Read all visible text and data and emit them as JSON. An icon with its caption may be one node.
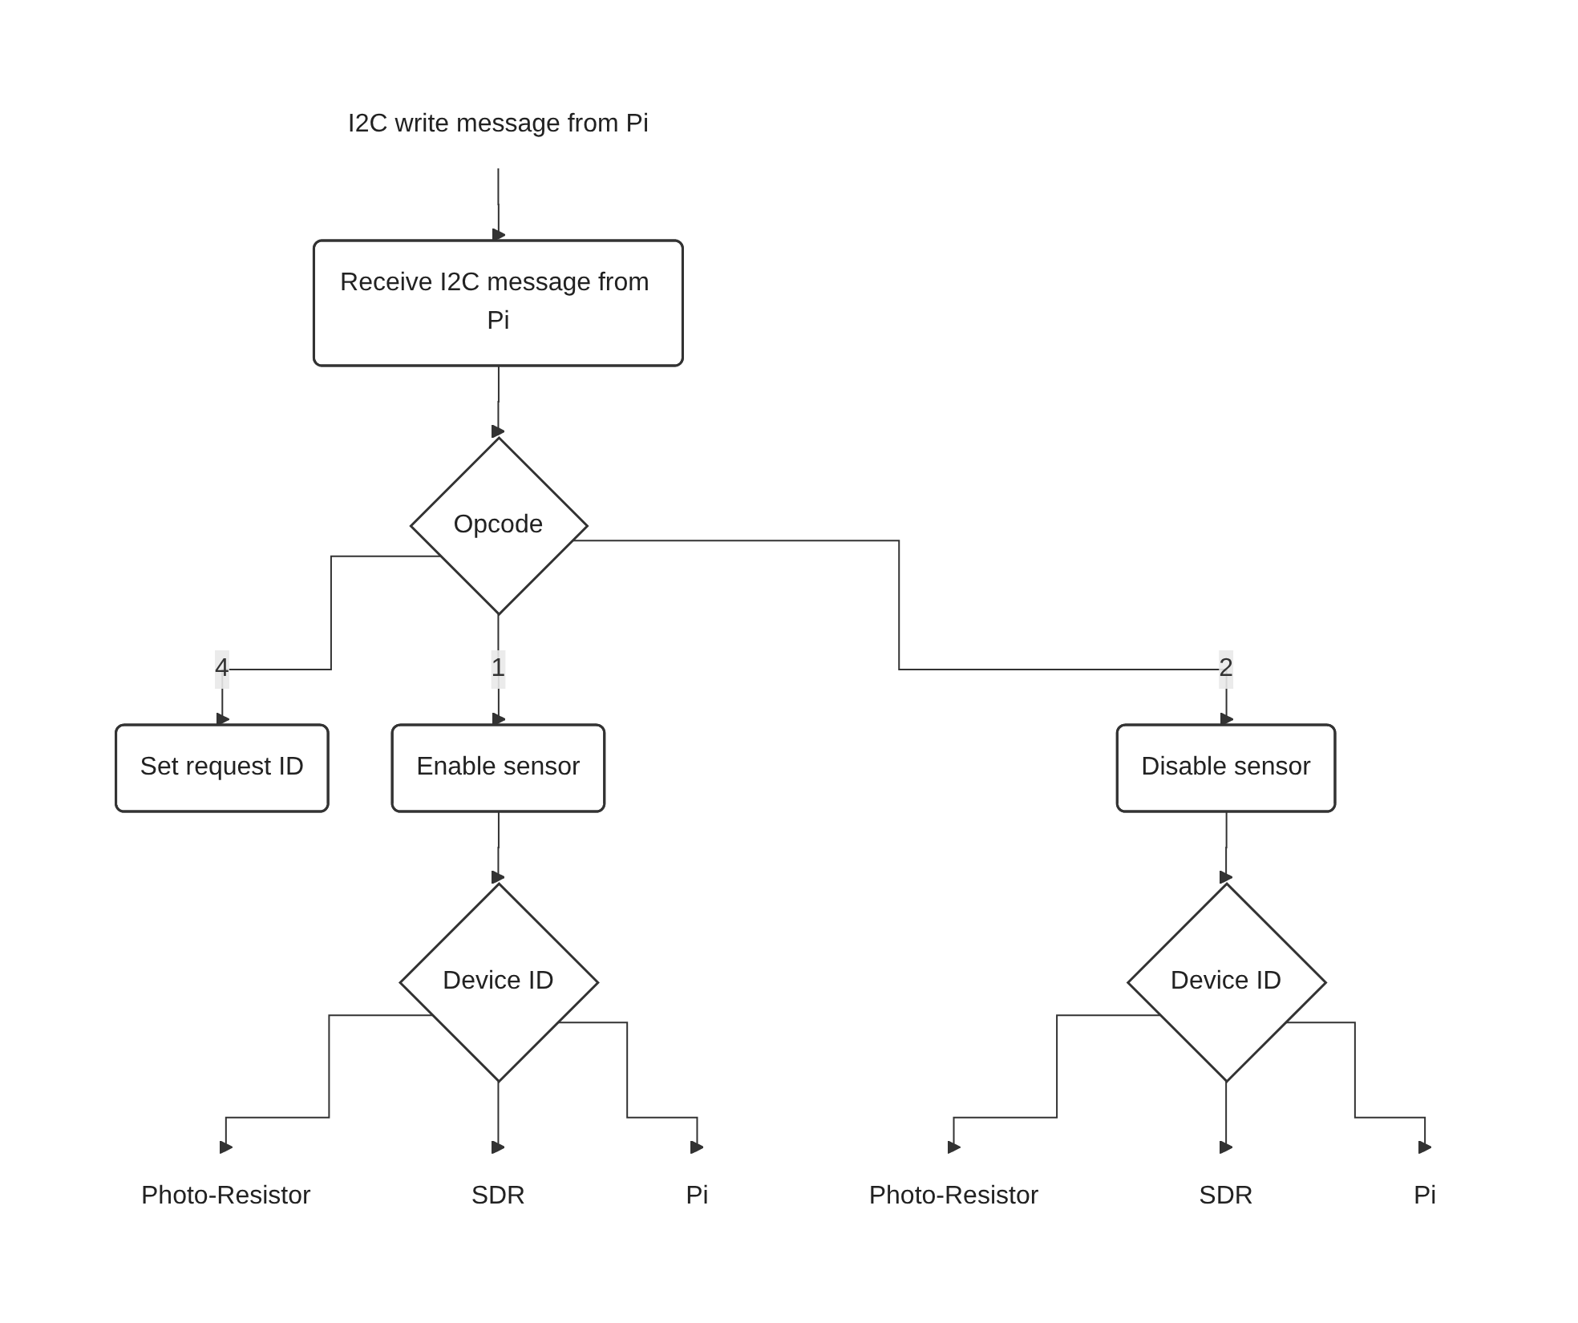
{
  "diagram": {
    "nodes": [
      {
        "text": [
          "I2C write message from Pi"
        ]
      },
      {
        "text": [
          "Receive I2C message from Pi"
        ]
      },
      {
        "text": [
          "Opcode"
        ]
      },
      {
        "text": [
          "Set request ID"
        ]
      },
      {
        "text": [
          "Enable sensor"
        ]
      },
      {
        "text": [
          "Disable sensor"
        ]
      },
      {
        "text": [
          "Device ID"
        ]
      },
      {
        "text": [
          "Device ID"
        ]
      },
      {
        "text": [
          "Photo-Resistor"
        ]
      },
      {
        "text": [
          "SDR"
        ]
      },
      {
        "text": [
          "Pi"
        ]
      },
      {
        "text": [
          "Photo-Resistor"
        ]
      },
      {
        "text": [
          "SDR"
        ]
      },
      {
        "text": [
          "Pi"
        ]
      }
    ],
    "edges": [
      {
        "from": 0,
        "to": 1,
        "arrow": "to"
      },
      {
        "from": 1,
        "to": 2,
        "arrow": "to"
      },
      {
        "from": 2,
        "to": 3,
        "arrow": "to",
        "label": "4"
      },
      {
        "from": 2,
        "to": 4,
        "arrow": "to",
        "label": "1"
      },
      {
        "from": 2,
        "to": 5,
        "arrow": "to",
        "label": "2"
      },
      {
        "from": 4,
        "to": 6,
        "arrow": "to"
      },
      {
        "from": 5,
        "to": 7,
        "arrow": "to"
      },
      {
        "from": 6,
        "to": 8,
        "arrow": "to"
      },
      {
        "from": 6,
        "to": 9,
        "arrow": "to"
      },
      {
        "from": 6,
        "to": 10,
        "arrow": "to"
      },
      {
        "from": 7,
        "to": 11,
        "arrow": "to"
      },
      {
        "from": 7,
        "to": 12,
        "arrow": "to"
      },
      {
        "from": 7,
        "to": 13,
        "arrow": "to"
      }
    ]
  }
}
